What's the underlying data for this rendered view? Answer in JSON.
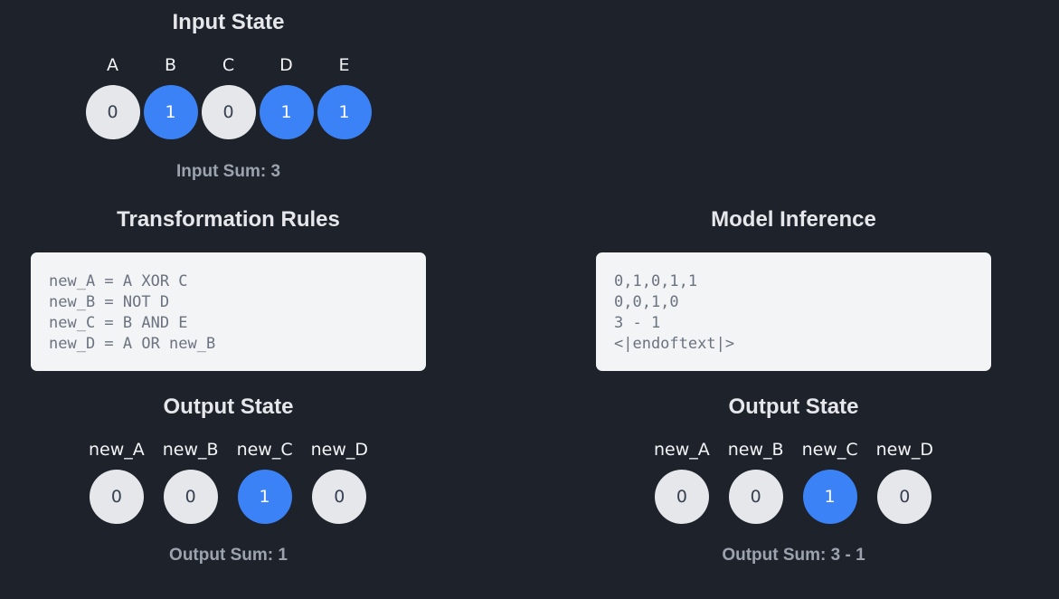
{
  "input": {
    "title": "Input State",
    "bits": [
      {
        "label": "A",
        "value": "0",
        "on": false
      },
      {
        "label": "B",
        "value": "1",
        "on": true
      },
      {
        "label": "C",
        "value": "0",
        "on": false
      },
      {
        "label": "D",
        "value": "1",
        "on": true
      },
      {
        "label": "E",
        "value": "1",
        "on": true
      }
    ],
    "sum": "Input Sum: 3"
  },
  "rules": {
    "title": "Transformation Rules",
    "lines": [
      "new_A = A XOR C",
      "new_B = NOT D",
      "new_C = B AND E",
      "new_D = A OR new_B"
    ]
  },
  "inference": {
    "title": "Model Inference",
    "lines": [
      "0,1,0,1,1",
      "0,0,1,0",
      "3 - 1",
      "<|endoftext|>"
    ]
  },
  "output_left": {
    "title": "Output State",
    "bits": [
      {
        "label": "new_A",
        "value": "0",
        "on": false
      },
      {
        "label": "new_B",
        "value": "0",
        "on": false
      },
      {
        "label": "new_C",
        "value": "1",
        "on": true
      },
      {
        "label": "new_D",
        "value": "0",
        "on": false
      }
    ],
    "sum": "Output Sum: 1"
  },
  "output_right": {
    "title": "Output State",
    "bits": [
      {
        "label": "new_A",
        "value": "0",
        "on": false
      },
      {
        "label": "new_B",
        "value": "0",
        "on": false
      },
      {
        "label": "new_C",
        "value": "1",
        "on": true
      },
      {
        "label": "new_D",
        "value": "0",
        "on": false
      }
    ],
    "sum": "Output Sum: 3 - 1"
  },
  "colors": {
    "background": "#1e222b",
    "bit_on": "#3b82f6",
    "bit_off": "#e5e7eb",
    "panel": "#f3f4f6"
  }
}
